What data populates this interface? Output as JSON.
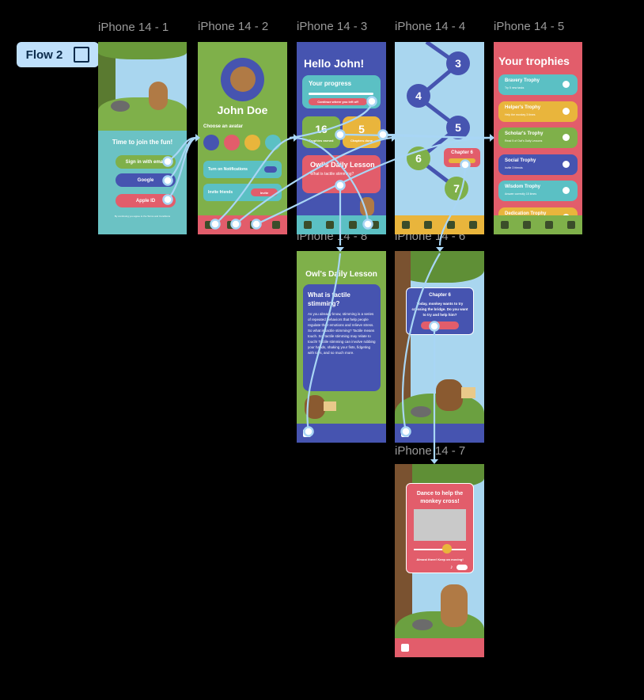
{
  "flow": {
    "label": "Flow 2"
  },
  "frames": [
    {
      "label": "iPhone 14 - 1"
    },
    {
      "label": "iPhone 14 - 2"
    },
    {
      "label": "iPhone 14 - 3"
    },
    {
      "label": "iPhone 14 - 4"
    },
    {
      "label": "iPhone 14 - 5"
    },
    {
      "label": "iPhone 14 - 8"
    },
    {
      "label": "iPhone 14 - 6"
    },
    {
      "label": "iPhone 14 - 7"
    }
  ],
  "s1": {
    "title": "Time to join the fun!",
    "buttons": [
      "Sign in with email",
      "Google",
      "Apple ID"
    ],
    "terms": "By continuing you agree to the Terms and Conditions"
  },
  "s2": {
    "name": "John Doe",
    "avatar_heading": "Choose an avatar",
    "notifications": "Turn on Notifications",
    "invite": "Invite friends",
    "invite_btn": "Invite"
  },
  "s3": {
    "greeting": "Hello John!",
    "progress_title": "Your progress",
    "continue_btn": "Continue where you left off",
    "stat1_num": "16",
    "stat1_label": "Trophies earned",
    "stat2_num": "5",
    "stat2_label": "Chapters done",
    "lesson_title": "Owl's Daily Lesson",
    "lesson_sub": "What is tactile stimming?"
  },
  "s4": {
    "nodes": [
      "3",
      "4",
      "5",
      "6",
      "7"
    ],
    "chapter": "Chapter 6"
  },
  "s5": {
    "title": "Your trophies",
    "trophies": [
      {
        "name": "Bravery Trophy",
        "desc": "Try 5 new tasks",
        "color": "#5bc0c4"
      },
      {
        "name": "Helper's Trophy",
        "desc": "Help the monkey 3 times",
        "color": "#e9b53c"
      },
      {
        "name": "Scholar's Trophy",
        "desc": "Read 5 of Owl's Daily Lessons",
        "color": "#7fb04a"
      },
      {
        "name": "Social Trophy",
        "desc": "Invite 3 friends",
        "color": "#4654b0"
      },
      {
        "name": "Wisdom Trophy",
        "desc": "Answer correctly 15 times",
        "color": "#5bc0c4"
      },
      {
        "name": "Dedication Trophy",
        "desc": "",
        "color": "#e9b53c"
      }
    ]
  },
  "s8": {
    "title": "Owl's Daily Lesson",
    "card_title": "What is tactile stimming?",
    "body": "As you already know, stimming is a series of repeated behaviors that help people regulate their emotions and relieve stress. So what is tactile stimming? Tactile means touch. So, tactile stimming may relate to touch! Tactile stimming can involve rubbing your hands, shaking your fists, fidgeting with toys, and so much more."
  },
  "s6": {
    "chapter": "Chapter 6",
    "text": "Today, monkey wants to try crossing the bridge. Do you want to try and help him?"
  },
  "s7": {
    "title": "Dance to help the monkey cross!",
    "status": "Almost there! Keep on moving!"
  },
  "colors": {
    "green": "#7fb04a",
    "blue": "#4654b0",
    "red": "#e25d6b",
    "teal": "#5bc0c4",
    "yellow": "#e9b53c",
    "sky": "#a9d6ef",
    "flow": "#a9d6f5"
  }
}
